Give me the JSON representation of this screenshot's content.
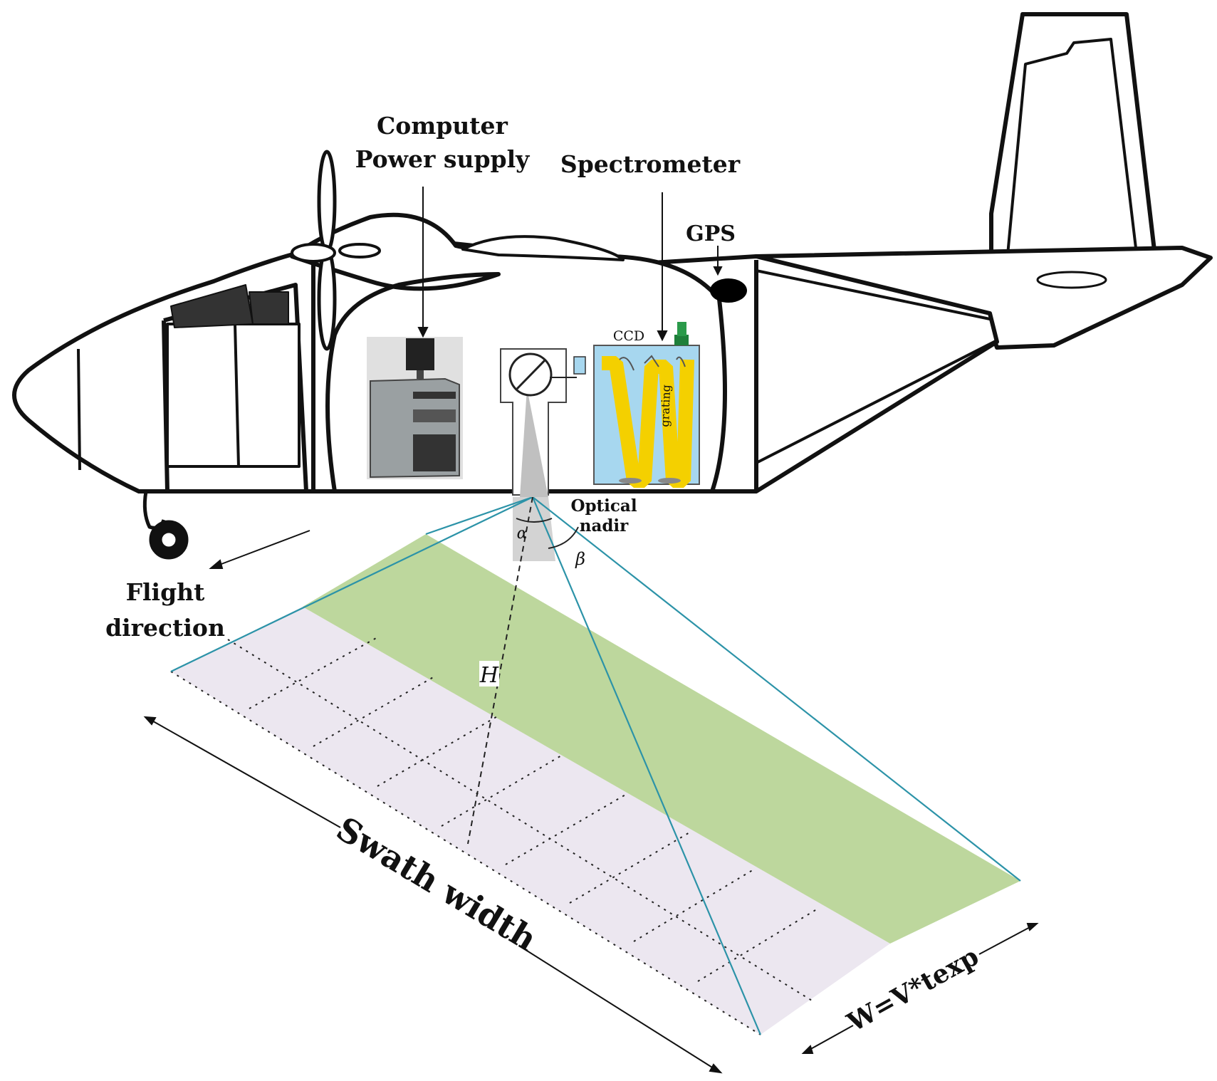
{
  "labels": {
    "computer_power_supply_line1": "Computer",
    "computer_power_supply_line2": "Power supply",
    "spectrometer": "Spectrometer",
    "gps": "GPS",
    "ccd": "CCD",
    "grating": "grating",
    "optical_nadir_line1": "Optical",
    "optical_nadir_line2": "nadir",
    "alpha": "α",
    "beta": "β",
    "height": "H",
    "flight_direction_line1": "Flight",
    "flight_direction_line2": "direction",
    "swath_width": "Swath width",
    "w_formula": "W=V*texp"
  },
  "colors": {
    "swath_green": "#bdd79d",
    "swath_lavender": "#ece7f0",
    "beam_teal": "#2c93a8",
    "airframe": "#111111",
    "spectrometer_yellow": "#f4d000",
    "spectrometer_box": "#a7d7ef",
    "gps_antenna": "#000000",
    "ccd_cap": "#1e7f3a"
  },
  "icons": [
    "airplane-outline",
    "computer-tower-icon",
    "spectrometer-box-icon",
    "gps-antenna-icon",
    "scan-mirror-icon"
  ]
}
